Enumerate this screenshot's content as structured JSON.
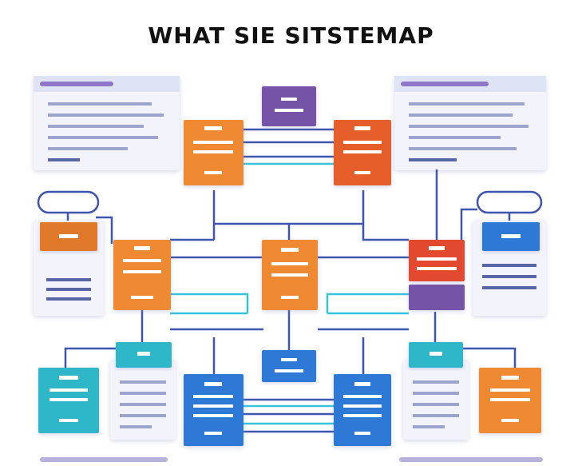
{
  "title": "WHAT SIE SITSTEMAP",
  "colors": {
    "background": "#ffffff",
    "connector_dark": "#3e55b0",
    "connector_light": "#38c3d9",
    "node_purple": "#7453a6",
    "node_orange": "#f08a30",
    "node_red_orange": "#e65f2c",
    "node_red": "#e2492f",
    "node_blue": "#2f78d6",
    "node_teal": "#2fb7c8",
    "panel_bg": "#f3f4fb",
    "panel_header": "#dfe3f6",
    "panel_line": "#9aa4cc",
    "panel_line_dark": "#5865a6",
    "panel_accent": "#8d74c9",
    "node_line": "#ffffff"
  },
  "nodes": [
    {
      "id": "top-purple",
      "color": "node_purple"
    },
    {
      "id": "upper-left-orange",
      "color": "node_orange"
    },
    {
      "id": "upper-right-red",
      "color": "node_red_orange"
    },
    {
      "id": "mid-left-orange",
      "color": "node_orange"
    },
    {
      "id": "center-orange",
      "color": "node_orange"
    },
    {
      "id": "mid-right-red",
      "color": "node_red"
    },
    {
      "id": "left-small-orange",
      "color": "node_orange"
    },
    {
      "id": "right-small-blue",
      "color": "node_blue"
    },
    {
      "id": "center-small-blue",
      "color": "node_blue"
    },
    {
      "id": "bottom-left-blue",
      "color": "node_blue"
    },
    {
      "id": "bottom-right-blue",
      "color": "node_blue"
    },
    {
      "id": "left-teal-tab",
      "color": "node_teal"
    },
    {
      "id": "bottom-left-teal",
      "color": "node_teal"
    },
    {
      "id": "right-teal-tab",
      "color": "node_teal"
    },
    {
      "id": "bottom-right-orange",
      "color": "node_orange"
    }
  ],
  "panels": [
    {
      "id": "top-left-document"
    },
    {
      "id": "top-right-document"
    },
    {
      "id": "left-side-card"
    },
    {
      "id": "right-side-card"
    },
    {
      "id": "bottom-left-card"
    },
    {
      "id": "bottom-right-card"
    }
  ],
  "pills": [
    {
      "id": "left-pill"
    },
    {
      "id": "right-pill"
    }
  ]
}
